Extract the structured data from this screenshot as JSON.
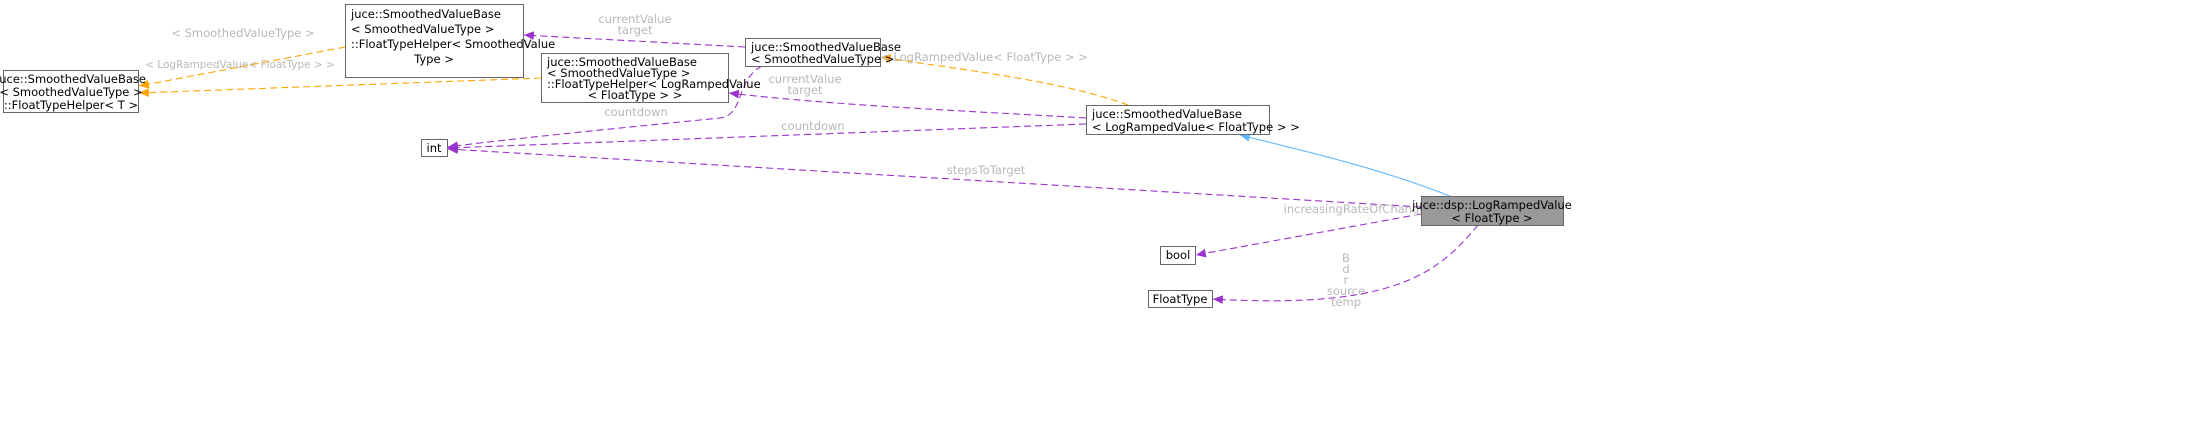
{
  "colors": {
    "member_edge": "#9a32cd",
    "template_edge": "#ffa500",
    "inherit_edge": "#63b8ff",
    "main_node_fill": "#999999"
  },
  "nodes": {
    "helper_t": [
      "juce::SmoothedValueBase",
      "< SmoothedValueType >",
      "::FloatTypeHelper< T >"
    ],
    "helper_svt": [
      "juce::SmoothedValueBase",
      "< SmoothedValueType >",
      "::FloatTypeHelper< SmoothedValue",
      "Type >"
    ],
    "helper_lrv": [
      "juce::SmoothedValueBase",
      "< SmoothedValueType >",
      "::FloatTypeHelper< LogRampedValue",
      "< FloatType > >"
    ],
    "base_svt": [
      "juce::SmoothedValueBase",
      "< SmoothedValueType >"
    ],
    "base_lrv": [
      "juce::SmoothedValueBase",
      "< LogRampedValue< FloatType > >"
    ],
    "main": [
      "juce::dsp::LogRampedValue",
      "< FloatType >"
    ],
    "int": "int",
    "bool": "bool",
    "floattype": "FloatType"
  },
  "edge_labels": {
    "svt_to_t": "< SmoothedValueType >",
    "lrv_to_t": "< LogRampedValue< FloatType > >",
    "base_svt_to_helper": [
      "currentValue",
      "target"
    ],
    "base_svt_countdown": "countdown",
    "base_lrv_to_helper": [
      "currentValue",
      "target"
    ],
    "base_lrv_countdown": "countdown",
    "base_lrv_to_base_svt": "< LogRampedValue< FloatType > >",
    "steps": "stepsToTarget",
    "increasing": "increasingRateOfChange",
    "floattype_members": [
      "B",
      "d",
      "r",
      "source",
      "temp"
    ]
  }
}
